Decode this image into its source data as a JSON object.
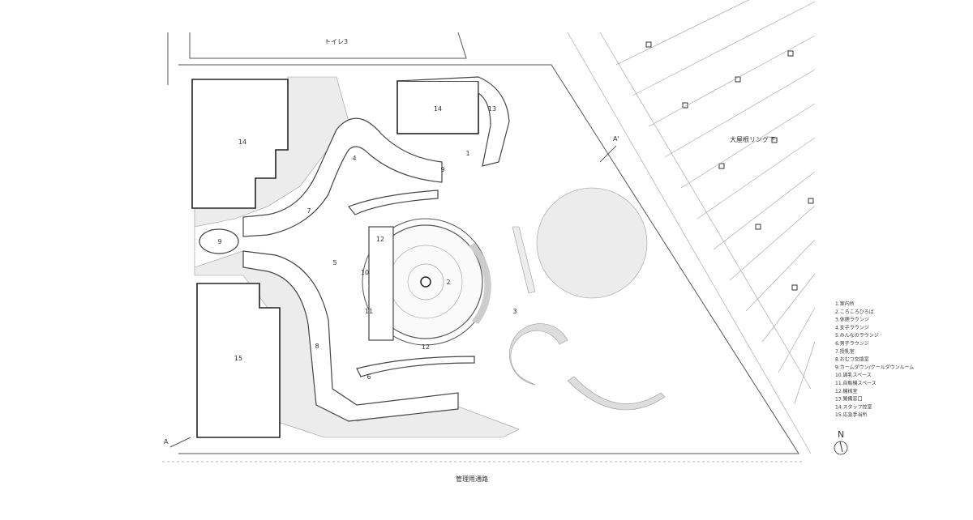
{
  "title": "トイレ3 平面図",
  "context_labels": {
    "toilet": "トイレ3",
    "ring": "大屋根リング下",
    "road": "管理用通路",
    "section_a": "A",
    "section_a2": "A'",
    "north": "N"
  },
  "plan_labels": [
    "14",
    "14",
    "13",
    "1",
    "9",
    "4",
    "7",
    "9",
    "5",
    "12",
    "10",
    "2",
    "11",
    "12",
    "3",
    "8",
    "6",
    "15"
  ],
  "legend": [
    "1.案内所",
    "2.ころころひろば",
    "3.休憩ラウンジ",
    "4.女子ラウンジ",
    "5.みんなのラウンジ",
    "6.男子ラウンジ",
    "7.授乳室",
    "8.おむつ交換室",
    "9.カームダウン/クールダウンルーム",
    "10.調乳スペース",
    "11.自販機スペース",
    "12.機械室",
    "13.警備窓口",
    "14.スタッフ控室",
    "15.応急手当所"
  ]
}
